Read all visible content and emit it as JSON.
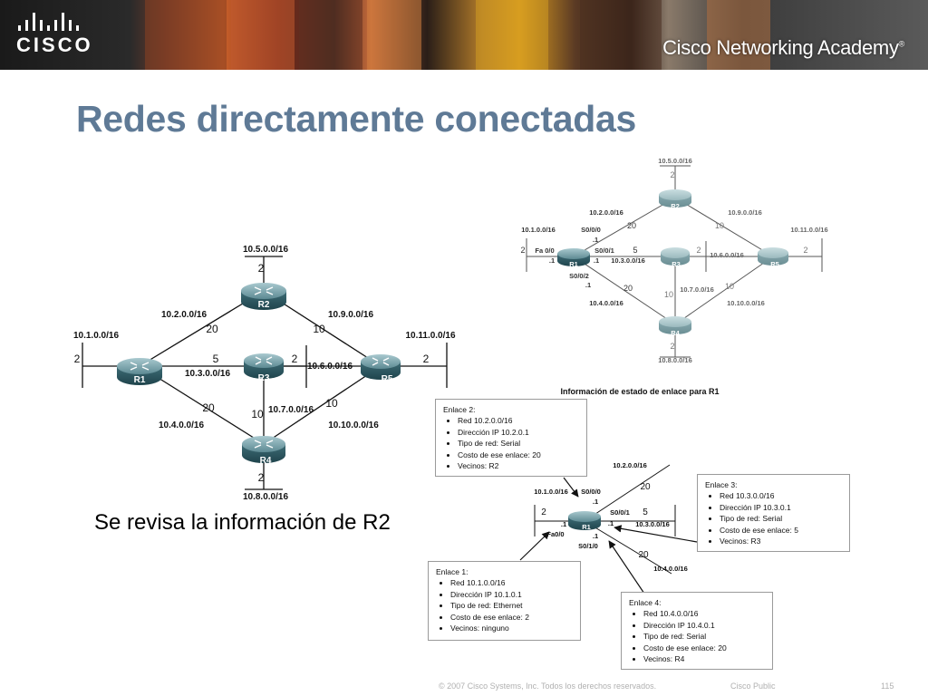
{
  "banner": {
    "logo_text": "CISCO",
    "academy_text": "Cisco Networking Academy",
    "academy_mark": "®"
  },
  "slide": {
    "title": "Redes directamente conectadas",
    "caption": "Se revisa la información de R2"
  },
  "topology_large": {
    "routers": [
      "R1",
      "R2",
      "R3",
      "R4",
      "R5"
    ],
    "labels": {
      "net_r2_top": "10.5.0.0/16",
      "cost_r2_top": "2",
      "net_r1_r2": "10.2.0.0/16",
      "cost_r1_r2": "20",
      "net_r2_r5": "10.9.0.0/16",
      "cost_r2_r5": "10",
      "net_r1_left": "10.1.0.0/16",
      "cost_r1_left": "2",
      "cost_r1_r3": "5",
      "net_r1_r3": "10.3.0.0/16",
      "cost_r3_right": "2",
      "net_r3_right": "10.6.0.0/16",
      "net_r5_right": "10.11.0.0/16",
      "cost_r5_right": "2",
      "cost_r1_r4": "20",
      "net_r1_r4": "10.4.0.0/16",
      "net_r3_r4": "10.7.0.0/16",
      "cost_r3_r4": "10",
      "cost_r4_r5": "10",
      "net_r4_r5": "10.10.0.0/16",
      "cost_r4_bottom": "2",
      "net_r4_bottom": "10.8.0.0/16"
    }
  },
  "topology_small": {
    "routers": [
      "R1",
      "R2",
      "R3",
      "R4",
      "R5"
    ],
    "labels": {
      "net_r2_top": "10.5.0.0/16",
      "cost_r2_top": "2",
      "net_r1_r2": "10.2.0.0/16",
      "cost_r1_r2": "20",
      "net_r2_r5": "10.9.0.0/16",
      "cost_r2_r5": "10",
      "net_r1_left": "10.1.0.0/16",
      "cost_r1_left": "2",
      "if_fa00": "Fa 0/0",
      "host_fa00": ".1",
      "if_s000": "S0/0/0",
      "host_s000": ".1",
      "if_s001": "S0/0/1",
      "host_s001": ".1",
      "if_s002": "S0/0/2",
      "host_s002": ".1",
      "cost_r1_r3": "5",
      "net_r1_r3": "10.3.0.0/16",
      "cost_r3_right": "2",
      "net_r3_right": "10.6.0.0/16",
      "net_r5_right": "10.11.0.0/16",
      "cost_r5_right": "2",
      "cost_r1_r4": "20",
      "net_r1_r4": "10.4.0.0/16",
      "cost_r3_r4": "10",
      "net_r3_r4": "10.7.0.0/16",
      "cost_r4_r5": "10",
      "net_r4_r5": "10.10.0.0/16",
      "cost_r4_bottom": "2",
      "net_r4_bottom": "10.8.0.0/16"
    }
  },
  "link_state": {
    "title": "Información de estado de enlace para R1",
    "router": "R1",
    "labels": {
      "net_left": "10.1.0.0/16",
      "cost_left": "2",
      "if_s000": "S0/0/0",
      "host_s000": ".1",
      "net_up": "10.2.0.0/16",
      "cost_up": "20",
      "if_s001": "S0/0/1",
      "host_s001": ".1",
      "cost_right": "5",
      "net_right": "10.3.0.0/16",
      "if_fa00": "Fa0/0",
      "host_fa00": ".1",
      "if_s010": "S0/1/0",
      "host_s010": ".1",
      "cost_down": "20",
      "net_down": "10.4.0.0/16"
    },
    "links": [
      {
        "header": "Enlace 2:",
        "items": [
          "Red 10.2.0.0/16",
          "Dirección IP 10.2.0.1",
          "Tipo de red: Serial",
          "Costo de ese enlace: 20",
          "Vecinos: R2"
        ]
      },
      {
        "header": "Enlace 3:",
        "items": [
          "Red 10.3.0.0/16",
          "Dirección IP 10.3.0.1",
          "Tipo de red: Serial",
          "Costo de ese enlace: 5",
          "Vecinos: R3"
        ]
      },
      {
        "header": "Enlace 1:",
        "items": [
          "Red 10.1.0.0/16",
          "Dirección IP 10.1.0.1",
          "Tipo de red: Ethernet",
          "Costo de ese enlace: 2",
          "Vecinos: ninguno"
        ]
      },
      {
        "header": "Enlace 4:",
        "items": [
          "Red 10.4.0.0/16",
          "Dirección IP 10.4.0.1",
          "Tipo de red: Serial",
          "Costo de ese enlace: 20",
          "Vecinos: R4"
        ]
      }
    ]
  },
  "footer": {
    "copyright": "© 2007 Cisco Systems, Inc. Todos los derechos reservados.",
    "classification": "Cisco Public",
    "page": "115"
  }
}
